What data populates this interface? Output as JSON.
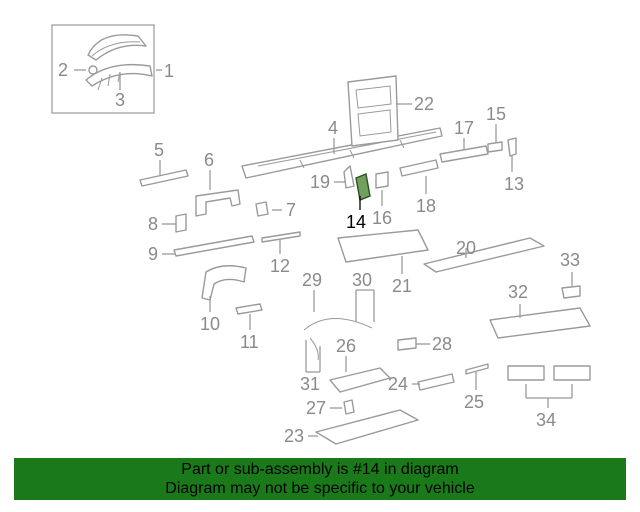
{
  "callouts": [
    "1",
    "2",
    "3",
    "4",
    "5",
    "6",
    "7",
    "8",
    "9",
    "10",
    "11",
    "12",
    "13",
    "14",
    "15",
    "16",
    "17",
    "18",
    "19",
    "20",
    "21",
    "22",
    "23",
    "24",
    "25",
    "26",
    "27",
    "28",
    "29",
    "30",
    "31",
    "32",
    "33",
    "34"
  ],
  "highlighted_part": "14",
  "highlight_color": "#6fa15c",
  "footer_color": "#1a7a1a",
  "footer": {
    "line1": "Part or sub-assembly is #14 in diagram",
    "line2": "Diagram may not be specific to your vehicle"
  }
}
